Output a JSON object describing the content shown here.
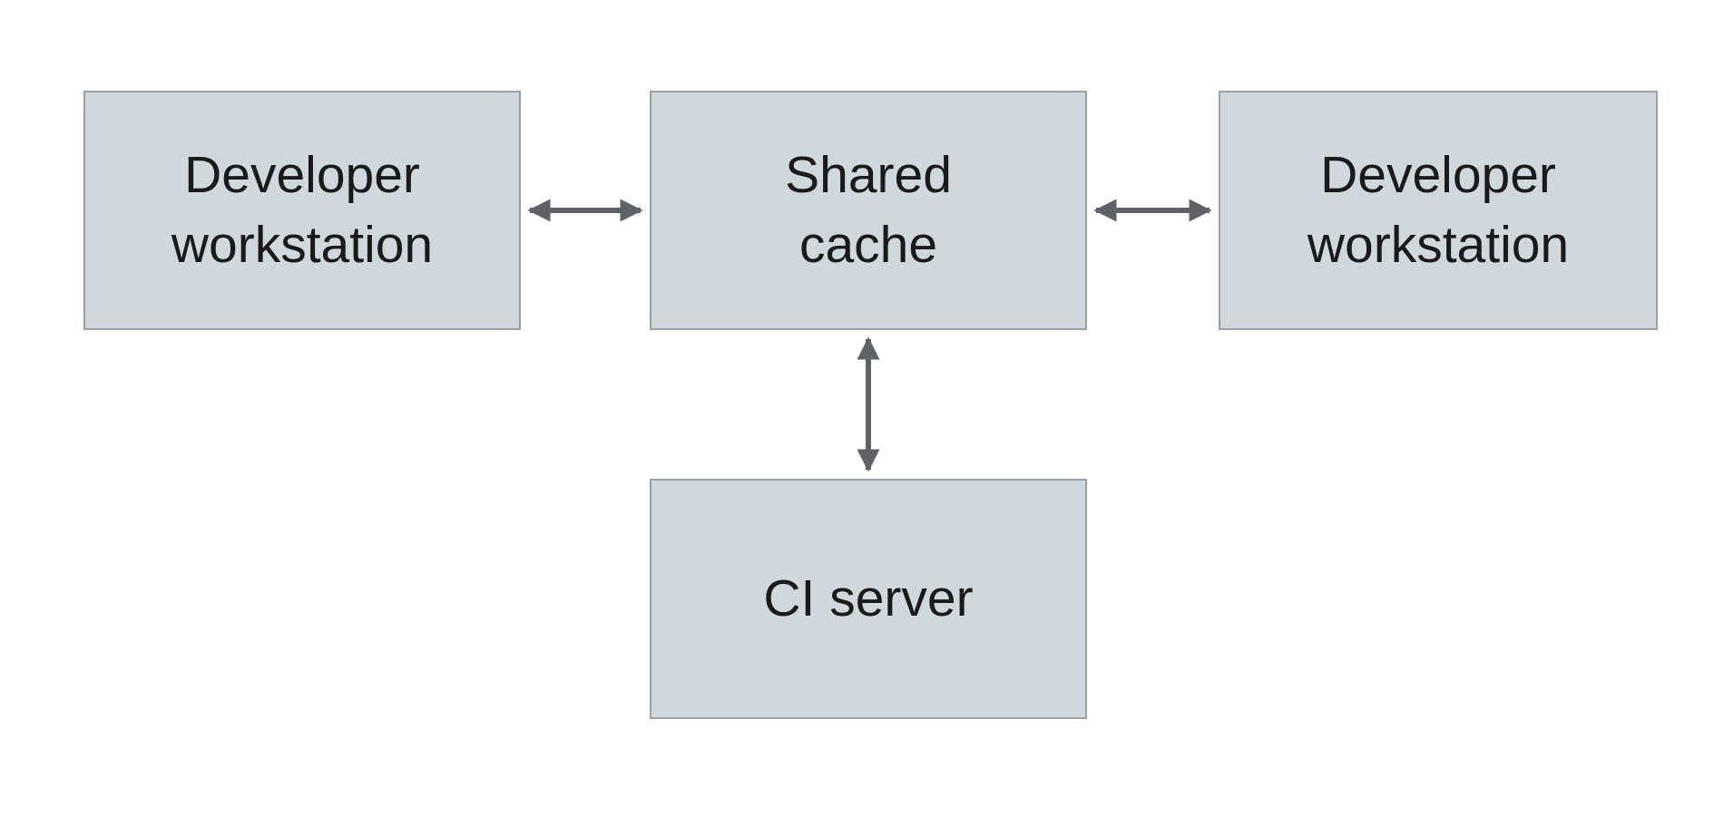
{
  "diagram": {
    "nodes": [
      {
        "id": "developer-workstation-left",
        "label": "Developer workstation"
      },
      {
        "id": "shared-cache",
        "label": "Shared cache"
      },
      {
        "id": "developer-workstation-right",
        "label": "Developer workstation"
      },
      {
        "id": "ci-server",
        "label": "CI server"
      }
    ],
    "edges": [
      {
        "from": "developer-workstation-left",
        "to": "shared-cache",
        "direction": "bidirectional"
      },
      {
        "from": "shared-cache",
        "to": "developer-workstation-right",
        "direction": "bidirectional"
      },
      {
        "from": "shared-cache",
        "to": "ci-server",
        "direction": "bidirectional"
      }
    ],
    "colors": {
      "background": "#ffffff",
      "node_fill": "#cfd8dc",
      "node_border": "#9aa0a6",
      "arrow": "#5f6368",
      "text": "#1a1a1a"
    }
  }
}
